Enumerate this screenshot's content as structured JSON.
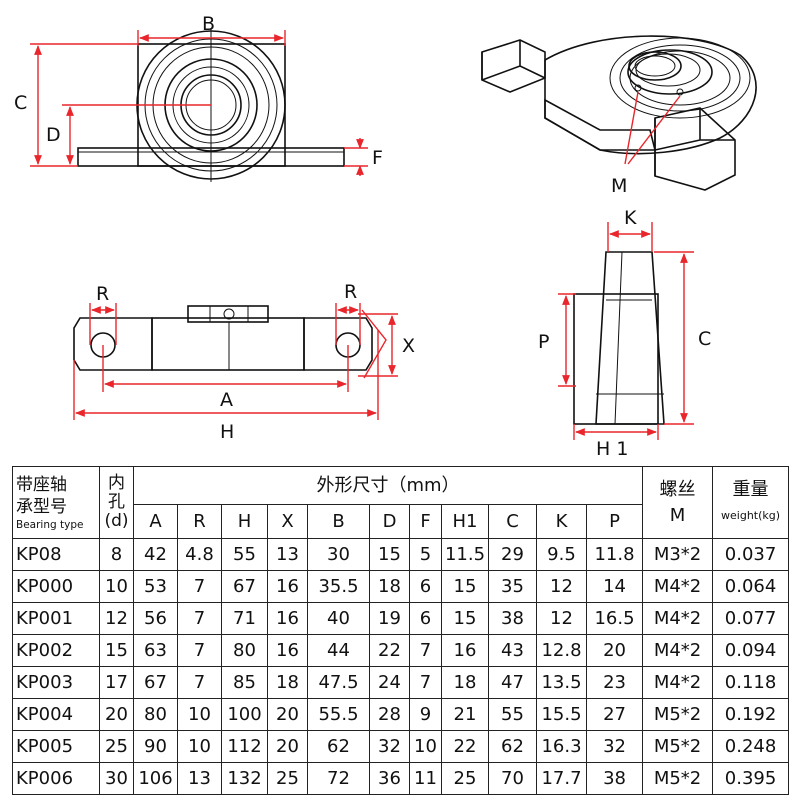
{
  "labels": {
    "front": {
      "B": "B",
      "C": "C",
      "D": "D",
      "F": "F"
    },
    "iso": {
      "M": "M"
    },
    "top": {
      "R_left": "R",
      "R_right": "R",
      "X": "X",
      "A": "A",
      "H": "H"
    },
    "side": {
      "K": "K",
      "P": "P",
      "C": "C",
      "H1": "H 1"
    }
  },
  "table": {
    "model_header": [
      "带座轴",
      "承型号"
    ],
    "model_header_en": "Bearing type",
    "hole_header": [
      "内",
      "孔",
      "(d)"
    ],
    "dims_header": "外形尺寸（mm）",
    "dim_columns": [
      "A",
      "R",
      "H",
      "X",
      "B",
      "D",
      "F",
      "H1",
      "C",
      "K",
      "P"
    ],
    "screw_header": "螺丝",
    "screw_sub": "M",
    "weight_header": "重量",
    "weight_sub": "weight(kg)",
    "rows": [
      [
        "KP08",
        "8",
        "42",
        "4.8",
        "55",
        "13",
        "30",
        "15",
        "5",
        "11.5",
        "29",
        "9.5",
        "11.8",
        "M3*2",
        "0.037"
      ],
      [
        "KP000",
        "10",
        "53",
        "7",
        "67",
        "16",
        "35.5",
        "18",
        "6",
        "15",
        "35",
        "12",
        "14",
        "M4*2",
        "0.064"
      ],
      [
        "KP001",
        "12",
        "56",
        "7",
        "71",
        "16",
        "40",
        "19",
        "6",
        "15",
        "38",
        "12",
        "16.5",
        "M4*2",
        "0.077"
      ],
      [
        "KP002",
        "15",
        "63",
        "7",
        "80",
        "16",
        "44",
        "22",
        "7",
        "16",
        "43",
        "12.8",
        "20",
        "M4*2",
        "0.094"
      ],
      [
        "KP003",
        "17",
        "67",
        "7",
        "85",
        "18",
        "47.5",
        "24",
        "7",
        "18",
        "47",
        "13.5",
        "23",
        "M4*2",
        "0.118"
      ],
      [
        "KP004",
        "20",
        "80",
        "10",
        "100",
        "20",
        "55.5",
        "28",
        "9",
        "21",
        "55",
        "15.5",
        "27",
        "M5*2",
        "0.192"
      ],
      [
        "KP005",
        "25",
        "90",
        "10",
        "112",
        "20",
        "62",
        "32",
        "10",
        "22",
        "62",
        "16.3",
        "32",
        "M5*2",
        "0.248"
      ],
      [
        "KP006",
        "30",
        "106",
        "13",
        "132",
        "25",
        "72",
        "36",
        "11",
        "25",
        "70",
        "17.7",
        "38",
        "M5*2",
        "0.395"
      ]
    ]
  }
}
